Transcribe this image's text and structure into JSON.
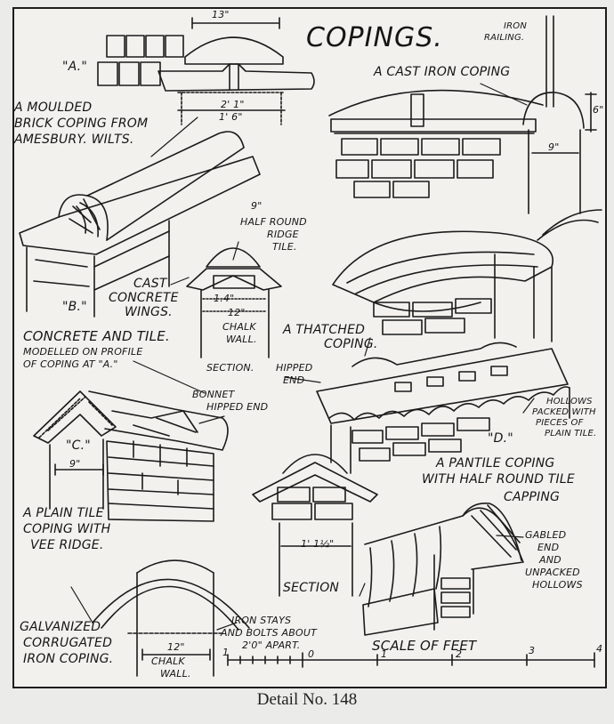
{
  "title": "COPINGS.",
  "caption": "Detail No. 148",
  "dimensions": {
    "d13": "13\"",
    "d2_1": "2' 1\"",
    "d1_6": "1' 6\"",
    "d6": "6\"",
    "d9_cast": "9\"",
    "d9_half": "9\"",
    "d1_4": "1.4\"",
    "d12_b": "12\"",
    "d9_c": "9\"",
    "d1_1half": "1' 1½\"",
    "d12_corr": "12\""
  },
  "labels": {
    "a_mark": "\"A.\"",
    "a_desc": [
      "A MOULDED",
      "BRICK COPING FROM",
      "AMESBURY. WILTS."
    ],
    "iron_railing": [
      "IRON",
      "RAILING."
    ],
    "cast_iron": "A CAST IRON COPING",
    "b_mark": "\"B.\"",
    "half_round": [
      "HALF ROUND",
      "RIDGE",
      "TILE."
    ],
    "cast_concrete": [
      "CAST",
      "CONCRETE",
      "WINGS."
    ],
    "chalk_wall_b": [
      "CHALK",
      "WALL."
    ],
    "concrete_tile": "CONCRETE AND TILE.",
    "modelled": [
      "MODELLED ON PROFILE",
      "OF COPING AT \"A.\""
    ],
    "section_b": "SECTION.",
    "thatched": [
      "A THATCHED",
      "COPING."
    ],
    "hipped_end": [
      "HIPPED",
      "END"
    ],
    "bonnet": [
      "BONNET",
      "HIPPED END"
    ],
    "c_mark": "\"C.\"",
    "hollows": [
      "HOLLOWS",
      "PACKED WITH",
      "PIECES OF",
      "PLAIN TILE."
    ],
    "d_mark": "\"D.\"",
    "pantile": [
      "A PANTILE COPING",
      "WITH HALF ROUND TILE",
      "CAPPING"
    ],
    "plain_tile": [
      "A PLAIN TILE",
      "COPING WITH",
      "VEE RIDGE."
    ],
    "section_d": "SECTION",
    "gabled": [
      "GABLED",
      "END",
      "AND",
      "UNPACKED",
      "HOLLOWS"
    ],
    "galvanized": [
      "GALVANIZED",
      "CORRUGATED",
      "IRON COPING."
    ],
    "iron_stays": [
      "IRON STAYS",
      "AND BOLTS ABOUT",
      "2'0\" APART."
    ],
    "chalk_wall_e": [
      "CHALK",
      "WALL."
    ],
    "scale": "SCALE OF FEET",
    "scale_ticks": [
      "1",
      "0",
      "1",
      "2",
      "3",
      "4"
    ]
  }
}
